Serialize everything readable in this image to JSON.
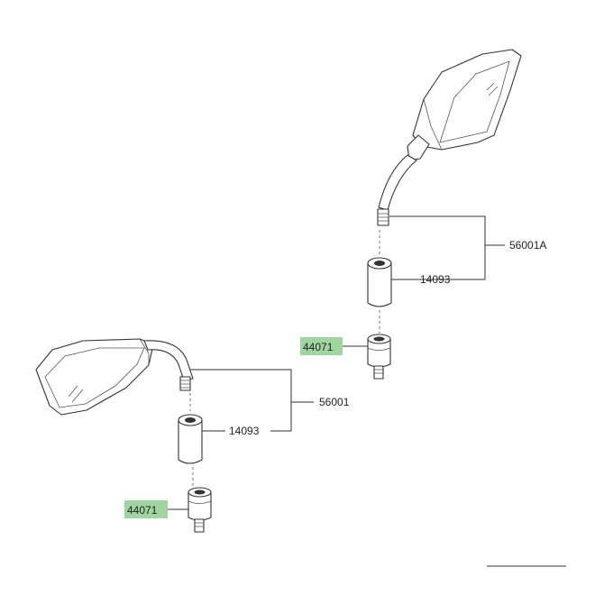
{
  "colors": {
    "highlight": "#9fd59f",
    "line": "#333333",
    "background": "#ffffff"
  },
  "parts": {
    "mirror_right_assembly": "56001A",
    "spacer_right": "14093",
    "adapter_right": "44071",
    "mirror_left_assembly": "56001",
    "spacer_left": "14093",
    "adapter_left": "44071"
  }
}
